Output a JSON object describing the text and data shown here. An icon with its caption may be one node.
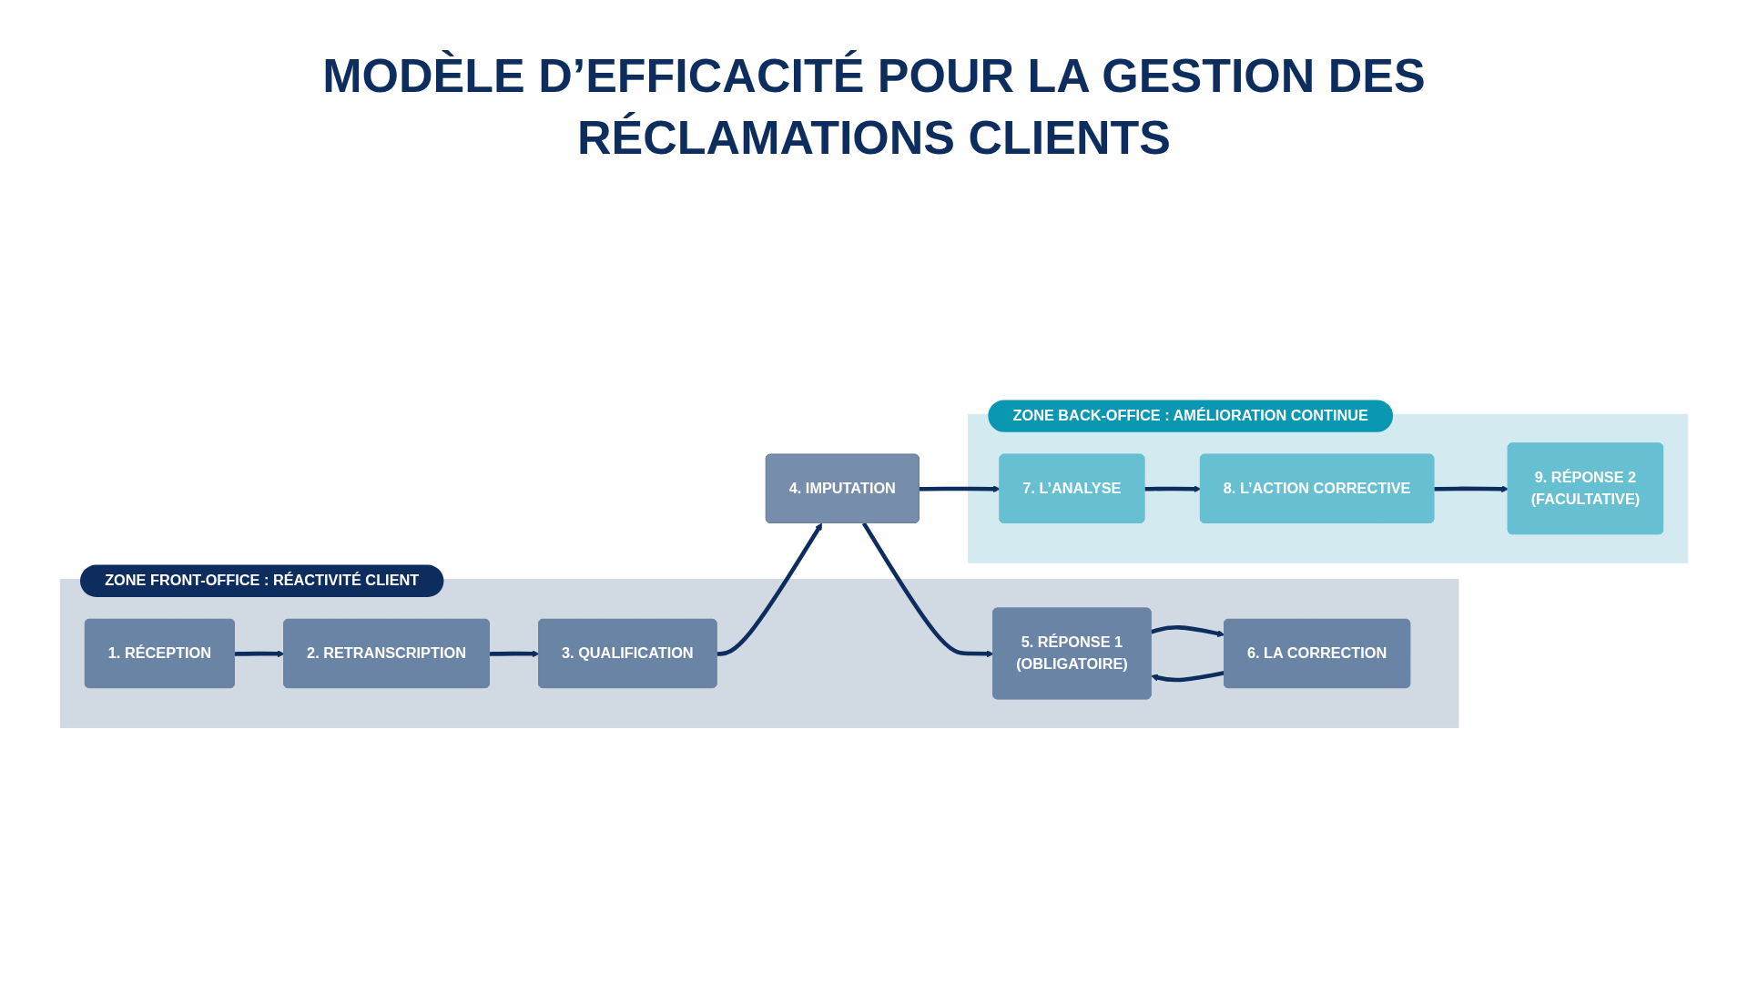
{
  "diagram": {
    "title": "MODÈLE D’EFFICACITÉ POUR LA GESTION DES RÉCLAMATIONS CLIENTS",
    "nodes": [
      {
        "text": [
          "ZONE FRONT-OFFICE : RÉACTIVITÉ CLIENT"
        ]
      },
      {
        "text": [
          "ZONE BACK-OFFICE : AMÉLIORATION CONTINUE"
        ]
      },
      {
        "text": [
          "1. RÉCEPTION"
        ],
        "in": 0
      },
      {
        "text": [
          "2. RETRANSCRIPTION"
        ],
        "in": 0
      },
      {
        "text": [
          "3. QUALIFICATION"
        ],
        "in": 0
      },
      {
        "text": [
          "4. IMPUTATION"
        ]
      },
      {
        "text": [
          "5. RÉPONSE 1",
          "(OBLIGATOIRE)"
        ],
        "in": 0
      },
      {
        "text": [
          "6. LA CORRECTION"
        ],
        "in": 0
      },
      {
        "text": [
          "7. L’ANALYSE"
        ],
        "in": 1
      },
      {
        "text": [
          "8. L’ACTION CORRECTIVE"
        ],
        "in": 1
      },
      {
        "text": [
          "9. RÉPONSE 2",
          "(FACULTATIVE)"
        ],
        "in": 1
      }
    ],
    "edges": [
      {
        "from": 2,
        "to": 3,
        "arrow": "to"
      },
      {
        "from": 3,
        "to": 4,
        "arrow": "to"
      },
      {
        "from": 4,
        "to": 5,
        "arrow": "to"
      },
      {
        "from": 5,
        "to": 6,
        "arrow": "to"
      },
      {
        "from": 7,
        "to": 6,
        "arrow": "to"
      },
      {
        "from": 6,
        "to": 7,
        "arrow": "to"
      },
      {
        "from": 5,
        "to": 8,
        "arrow": "to"
      },
      {
        "from": 8,
        "to": 9,
        "arrow": "to"
      },
      {
        "from": 9,
        "to": 10,
        "arrow": "to"
      }
    ]
  }
}
